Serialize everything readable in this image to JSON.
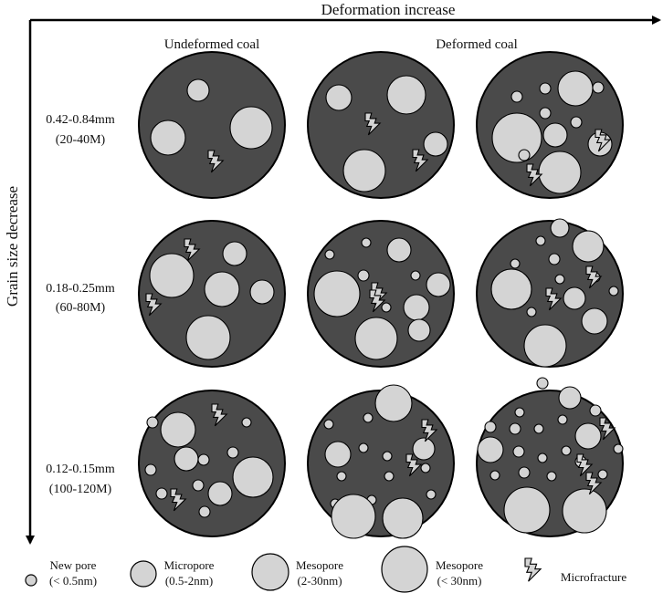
{
  "axes": {
    "horizontal_label": "Deformation increase",
    "vertical_label": "Grain size decrease"
  },
  "columns": {
    "undeformed": "Undeformed coal",
    "deformed": "Deformed coal"
  },
  "rows": [
    {
      "size": "0.42-0.84mm",
      "mesh": "(20-40M)"
    },
    {
      "size": "0.18-0.25mm",
      "mesh": "(60-80M)"
    },
    {
      "size": "0.12-0.15mm",
      "mesh": "(100-120M)"
    }
  ],
  "legend": [
    {
      "key": "new-pore",
      "name": "New pore",
      "range": "(< 0.5nm)"
    },
    {
      "key": "micropore",
      "name": "Micropore",
      "range": "(0.5-2nm)"
    },
    {
      "key": "mesopore-small",
      "name": "Mesopore",
      "range": "(2-30nm)"
    },
    {
      "key": "mesopore-large",
      "name": "Mesopore",
      "range": "(< 30nm)"
    },
    {
      "key": "microfracture",
      "name": "Microfracture",
      "range": ""
    }
  ],
  "colors": {
    "particle_fill": "#4a4a4a",
    "pore_fill": "#d4d4d4",
    "outline": "#000000",
    "text": "#111111"
  }
}
